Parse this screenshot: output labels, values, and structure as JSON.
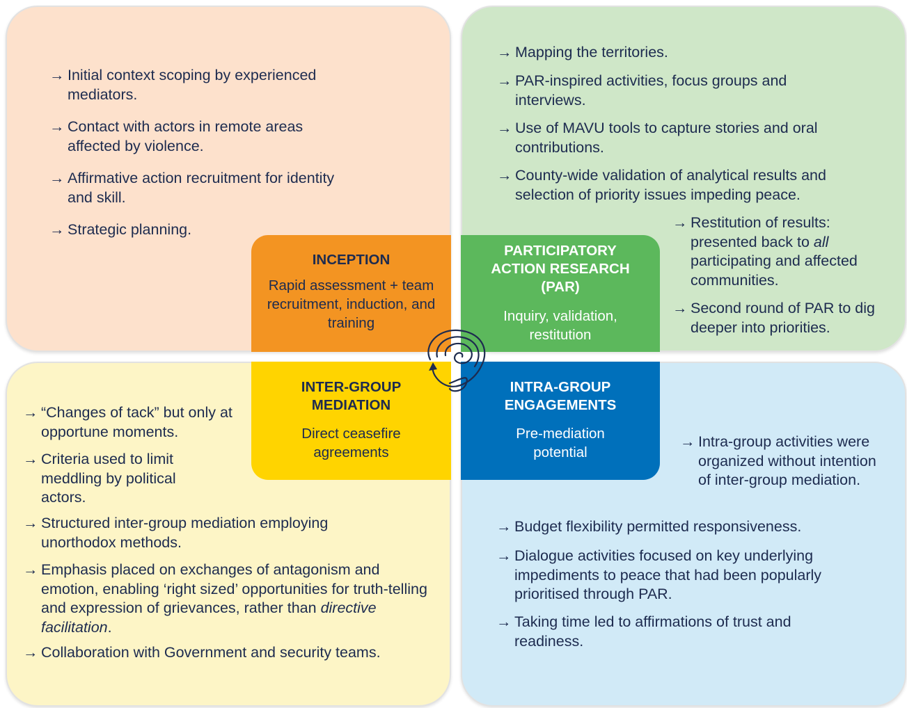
{
  "colors": {
    "inception": "#f39422",
    "par": "#5cb85c",
    "inter_group": "#ffd400",
    "intra_group": "#0070bb",
    "inception_bg": "#fde1cc",
    "par_bg": "#cfe7c8",
    "inter_group_bg": "#fdf5c6",
    "intra_group_bg": "#d1eaf7"
  },
  "arrow": "→",
  "inception": {
    "title": "INCEPTION",
    "description": "Rapid assessment + team recruitment, induction, and training",
    "bullets": [
      "Initial context scoping by experienced mediators.",
      "Contact with actors in remote areas affected by violence.",
      "Affirmative action recruitment for identity and skill.",
      "Strategic planning."
    ]
  },
  "par": {
    "title": "PARTICIPATORY ACTION RESEARCH (PAR)",
    "description": "Inquiry, validation, restitution",
    "bullets": [
      "Mapping the territories.",
      "PAR-inspired activities, focus groups and interviews.",
      "Use of MAVU tools to capture stories and oral contributions.",
      "County-wide validation of analytical results and selection of priority issues impeding peace.",
      "Restitution of results: presented back to all participating and affected communities.",
      "Second round of PAR to dig deeper into priorities."
    ],
    "bullet5_before": "Restitution of results: presented back to ",
    "bullet5_italic": "all",
    "bullet5_after": " participating and affected communities."
  },
  "inter_group": {
    "title": "INTER-GROUP MEDIATION",
    "description": "Direct ceasefire agreements",
    "bullets": [
      "“Changes of tack” but only at opportune moments.",
      "Criteria used to limit meddling by political actors.",
      "Structured inter-group mediation employing unorthodox methods.",
      "Emphasis placed on exchanges of antagonism and emotion, enabling ‘right sized’ opportunities for truth-telling and expression of grievances, rather than directive facilitation.",
      "Collaboration with Government and security teams."
    ],
    "bullet4_before": "Emphasis placed on exchanges of antagonism and emotion, enabling ‘right sized’ opportunities for truth-telling and expression of grievances, rather than ",
    "bullet4_italic": "directive facilitation",
    "bullet4_after": "."
  },
  "intra_group": {
    "title": "INTRA-GROUP ENGAGEMENTS",
    "description": "Pre-mediation potential",
    "bullets": [
      "Intra-group activities were organized without intention of inter-group mediation.",
      "Budget flexibility permitted responsiveness.",
      "Dialogue activities focused on key underlying impediments to peace that had been popularly prioritised through PAR.",
      "Taking time led to affirmations of trust and readiness."
    ]
  }
}
